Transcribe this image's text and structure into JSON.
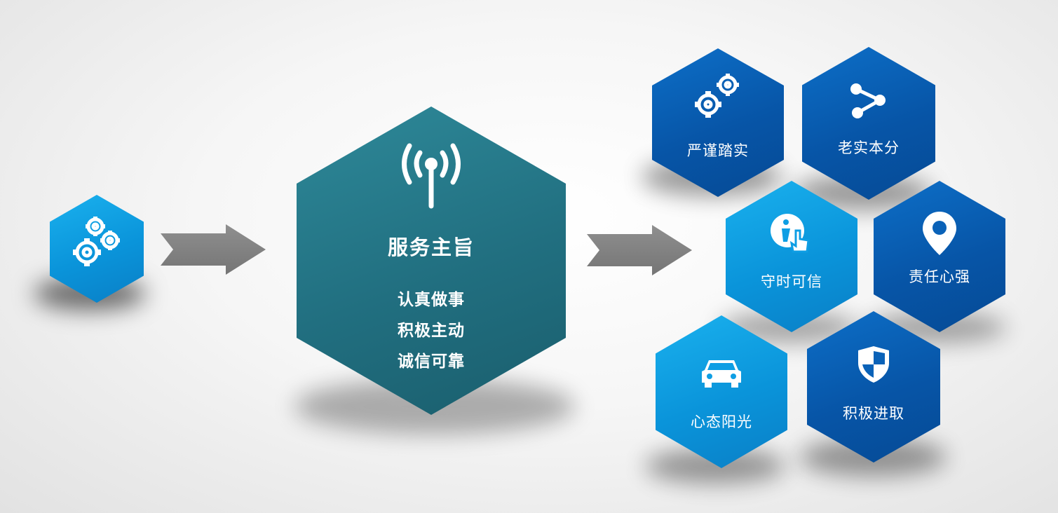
{
  "source": {
    "icon": "gears-icon",
    "color": "#12a0e0"
  },
  "center": {
    "icon": "signal-antenna-icon",
    "title": "服务主旨",
    "lines": [
      "认真做事",
      "积极主动",
      "诚信可靠"
    ],
    "color": "#24778a"
  },
  "arrow_color": "#808080",
  "values": [
    {
      "label": "严谨踏实",
      "icon": "gears-icon",
      "color": "#0a62b8"
    },
    {
      "label": "老实本分",
      "icon": "share-nodes-icon",
      "color": "#0a62b8"
    },
    {
      "label": "守时可信",
      "icon": "info-touch-icon",
      "color": "#0e9ee4"
    },
    {
      "label": "责任心强",
      "icon": "location-pin-icon",
      "color": "#0a62b8"
    },
    {
      "label": "心态阳光",
      "icon": "car-icon",
      "color": "#0e9ee4"
    },
    {
      "label": "积极进取",
      "icon": "shield-icon",
      "color": "#0a62b8"
    }
  ]
}
